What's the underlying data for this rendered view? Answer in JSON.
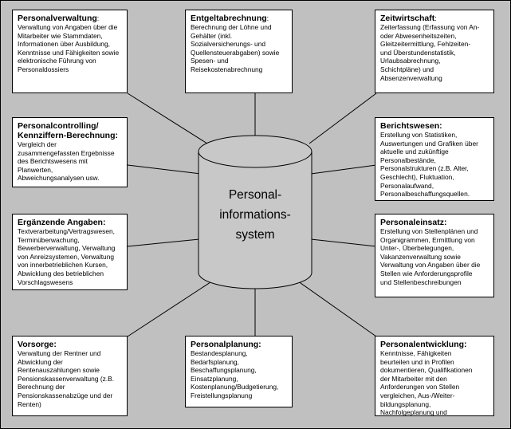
{
  "center": {
    "label": "Personal-\ninformations-\nsystem"
  },
  "boxes": {
    "personalverwaltung": {
      "title": "Personalverwaltung",
      "title_suffix": ":",
      "body": "Verwaltung von Angaben über die\nMitarbeiter wie Stammdaten,\nInformationen über Ausbildung,\nKenntnisse und Fähigkeiten sowie\nelektronische Führung von\nPersonaldossiers"
    },
    "entgeltabrechnung": {
      "title": "Entgeltabrechnung",
      "title_suffix": ":",
      "body": "Berechnung der Löhne und\nGehälter (inkl.\nSozialversicherungs- und\nQuellensteuerabgaben) sowie\nSpesen- und\nReisekostenabrechnung"
    },
    "zeitwirtschaft": {
      "title": "Zeitwirtschaft",
      "title_suffix": ":",
      "body": "Zeiterfassung (Erfassung von An-\noder Abwesenheitszeiten,\nGleitzeitermittlung, Fehlzeiten-\nund Überstundenstatistik,\nUrlaubsabrechnung,\nSchichtpläne) und\nAbsenzenverwaltung"
    },
    "personalcontrolling": {
      "title": "Personalcontrolling/\nKennziffern-Berechnung:",
      "title_suffix": "",
      "body": "Vergleich der\nzusammengefassten Ergebnisse\ndes Berichtswesens mit\nPlanwerten,\nAbweichungsanalysen usw."
    },
    "berichtswesen": {
      "title": "Berichtswesen:",
      "title_suffix": "",
      "body": "Erstellung von Statistiken,\nAuswertungen und Grafiken über\naktuelle und zukünftige\nPersonalbestände,\nPersonalstrukturen (z.B. Alter,\nGeschlecht), Fluktuation,\nPersonalaufwand,\nPersonalbeschaffungsquellen."
    },
    "ergaenzende": {
      "title": "Ergänzende Angaben:",
      "title_suffix": "",
      "body": "Textverarbeitung/Vertragswesen,\nTerminüberwachung,\nBewerberverwaltung, Verwaltung\nvon Anreizsystemen, Verwaltung\nvon innerbetrieblichen Kursen,\nAbwicklung des betrieblichen\nVorschlagswesens"
    },
    "personaleinsatz": {
      "title": "Personaleinsatz:",
      "title_suffix": "",
      "body": "Erstellung von Stellenplänen und\nOrganigrammen, Ermittlung von\nUnter-, Überbelegungen,\nVakanzenverwaltung sowie\nVerwaltung von Angaben über die\nStellen wie Anforderungsprofile\nund Stellenbeschreibungen"
    },
    "vorsorge": {
      "title": "Vorsorge:",
      "title_suffix": "",
      "body": "Verwaltung der Rentner und\nAbwicklung der\nRentenauszahlungen sowie\nPensionskassenverwaltung (z.B.\nBerechnung der\nPensionskassenabzüge und der\nRenten)"
    },
    "personalplanung": {
      "title": "Personalplanung:",
      "title_suffix": "",
      "body": "Bestandesplanung,\nBedarfsplanung,\nBeschaffungsplanung,\nEinsatzplanung,\nKostenplanung/Budgetierung,\nFreistellungsplanung"
    },
    "personalentwicklung": {
      "title": "Personalentwicklung:",
      "title_suffix": "",
      "body": "Kenntnisse, Fähigkeiten\nbeurteilen und in Profilen\ndokumentieren, Qualifikationen\nder Mitarbeiter mit den\nAnforderungen von Stellen\nvergleichen, Aus-/Weiter-\nbildungsplanung,\nNachfolgeplanung und"
    }
  }
}
